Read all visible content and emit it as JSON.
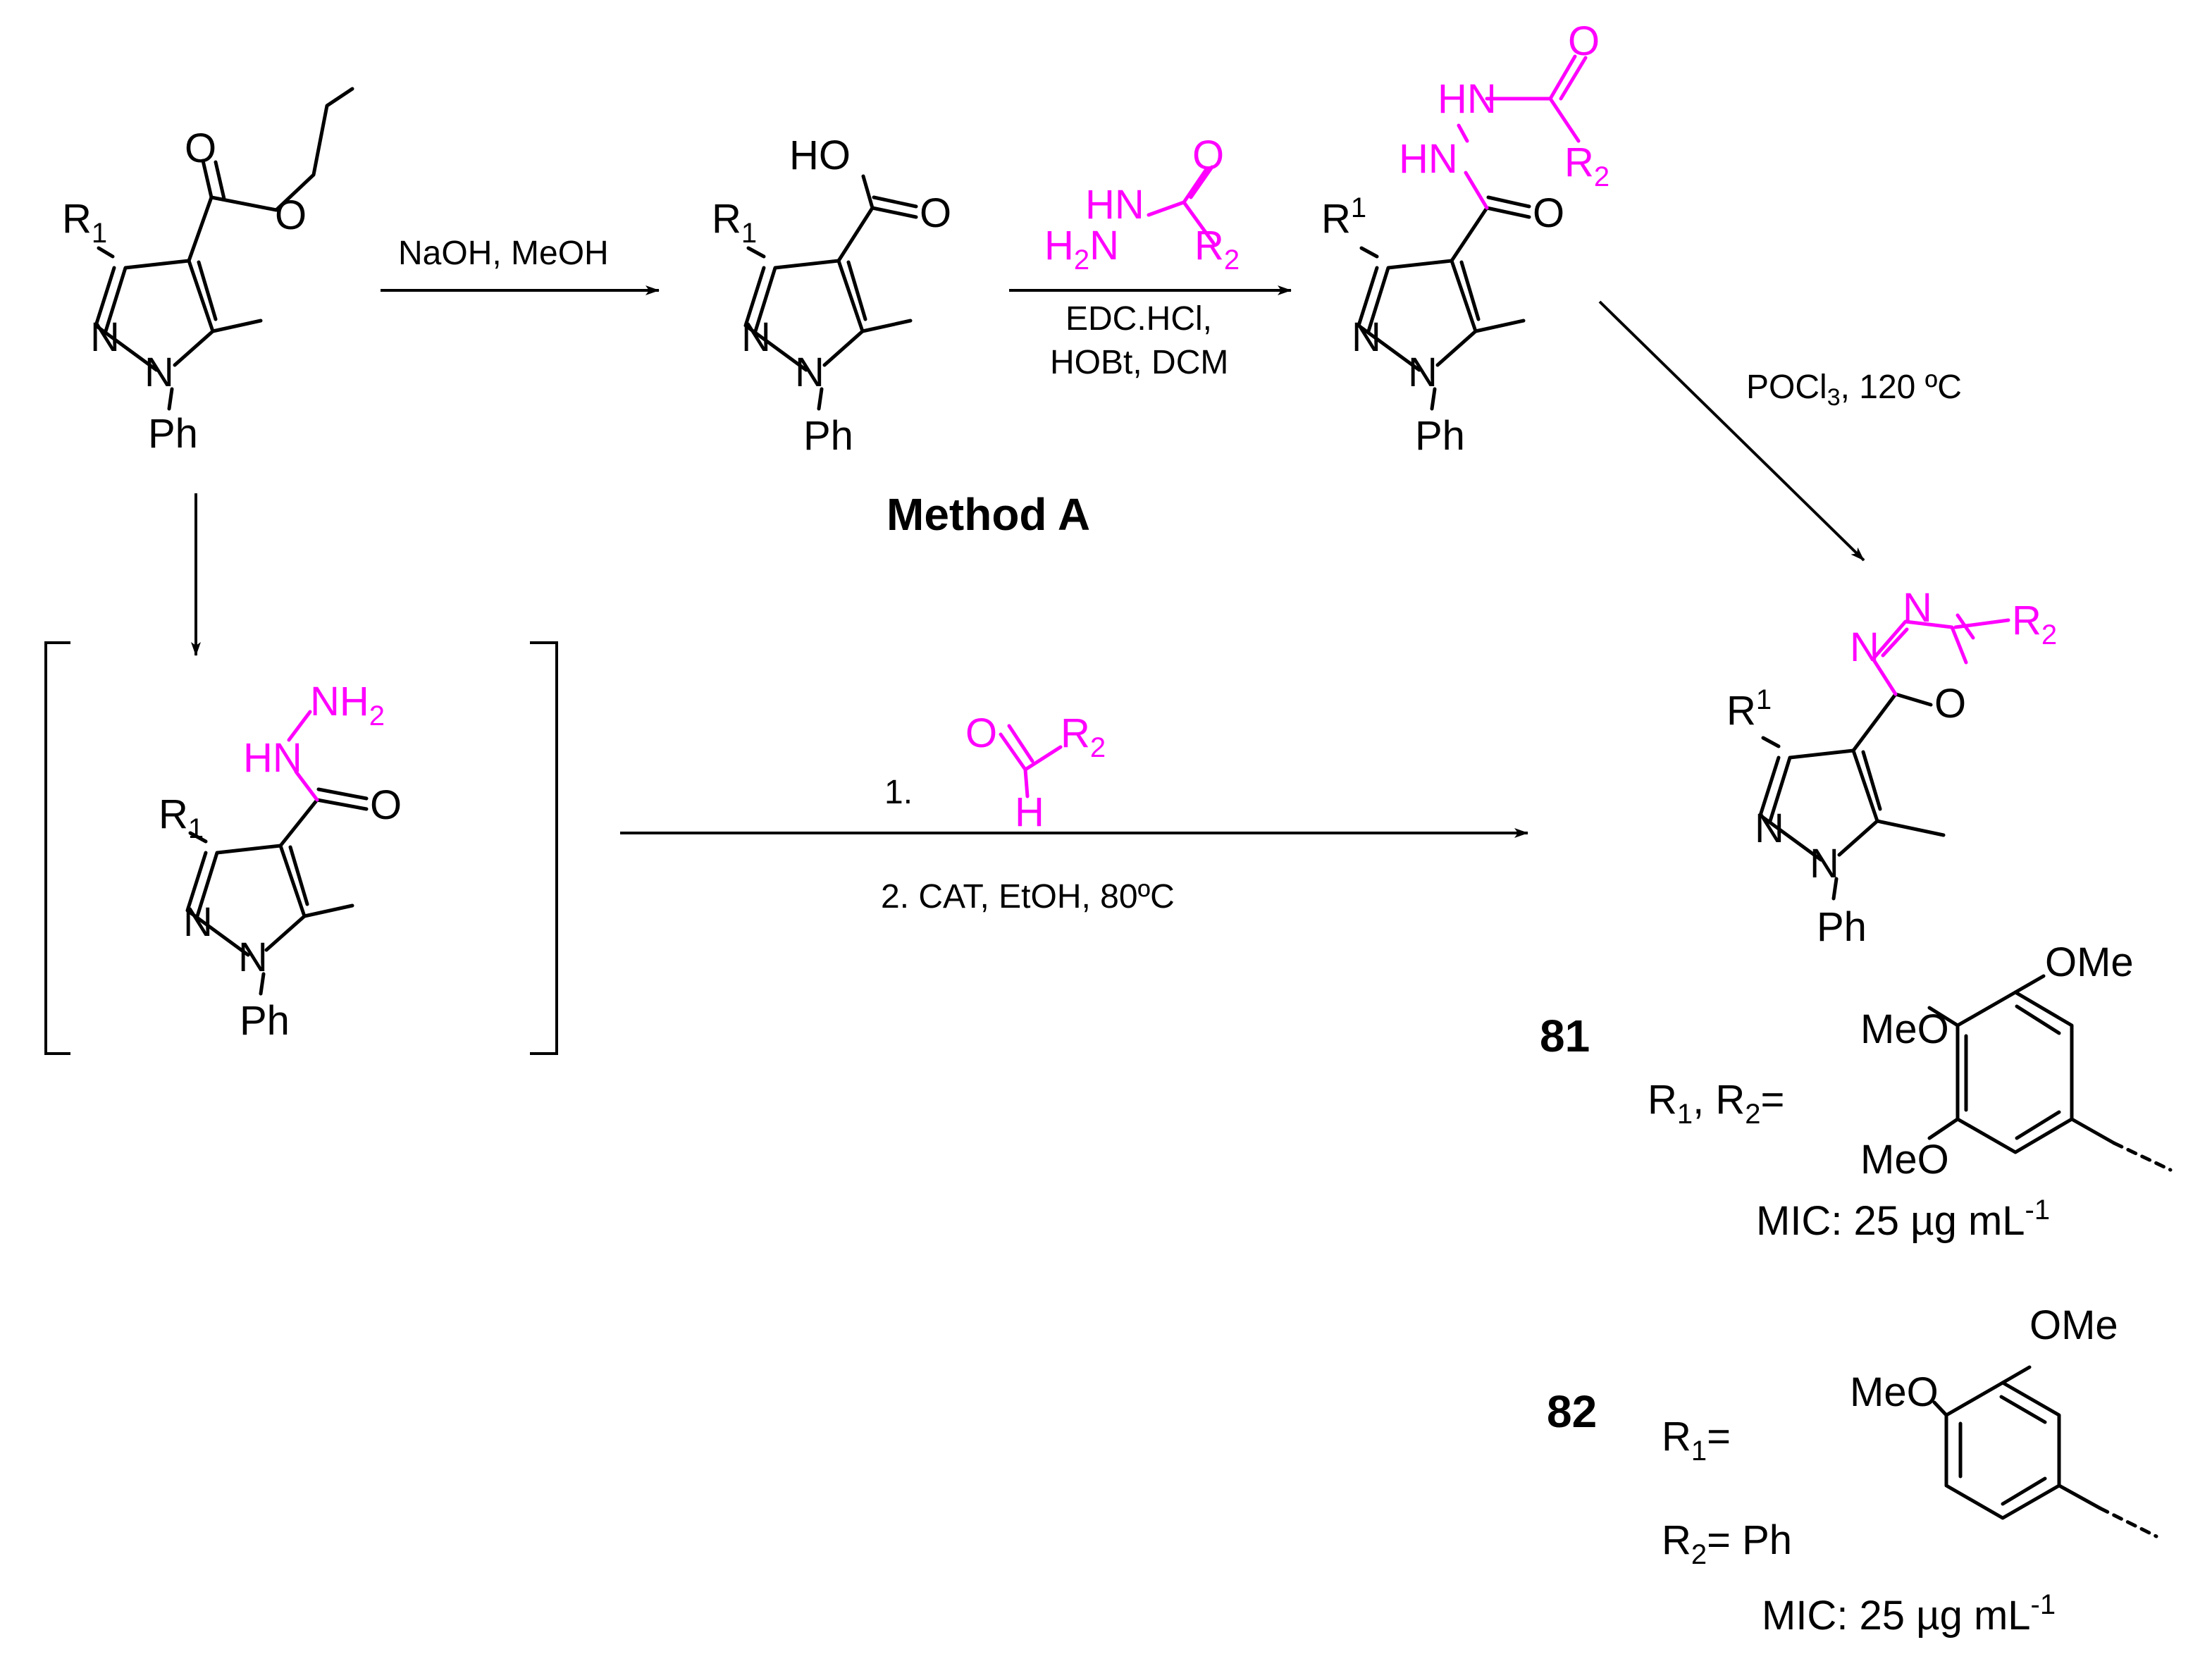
{
  "colors": {
    "reagent": "#ff00ff",
    "ink": "#000000"
  },
  "atoms": {
    "N": "N",
    "O": "O",
    "Ph": "Ph",
    "R": "R",
    "sub1": "1",
    "sub2": "2",
    "HO": "HO",
    "HN": "HN",
    "H2N": "H2N",
    "NH2": "NH2",
    "H": "H",
    "OMe": "OMe",
    "MeO": "MeO"
  },
  "reactions": {
    "step1": "NaOH, MeOH",
    "step2_line1": "EDC.HCl,",
    "step2_line2": "HOBt, DCM",
    "step3": "POCl3, 120 ºC",
    "method": "Method A",
    "step4_num1": "1.",
    "step4_line2": "2. CAT,  EtOH, 80ºC"
  },
  "compounds": [
    {
      "id": "81",
      "substituents": "R1,  R2=",
      "mic": "MIC:   25 µg mL-1"
    },
    {
      "id": "82",
      "r1": "R1=",
      "r2": "R2= Ph",
      "mic": "MIC:   25 µg mL-1"
    }
  ]
}
